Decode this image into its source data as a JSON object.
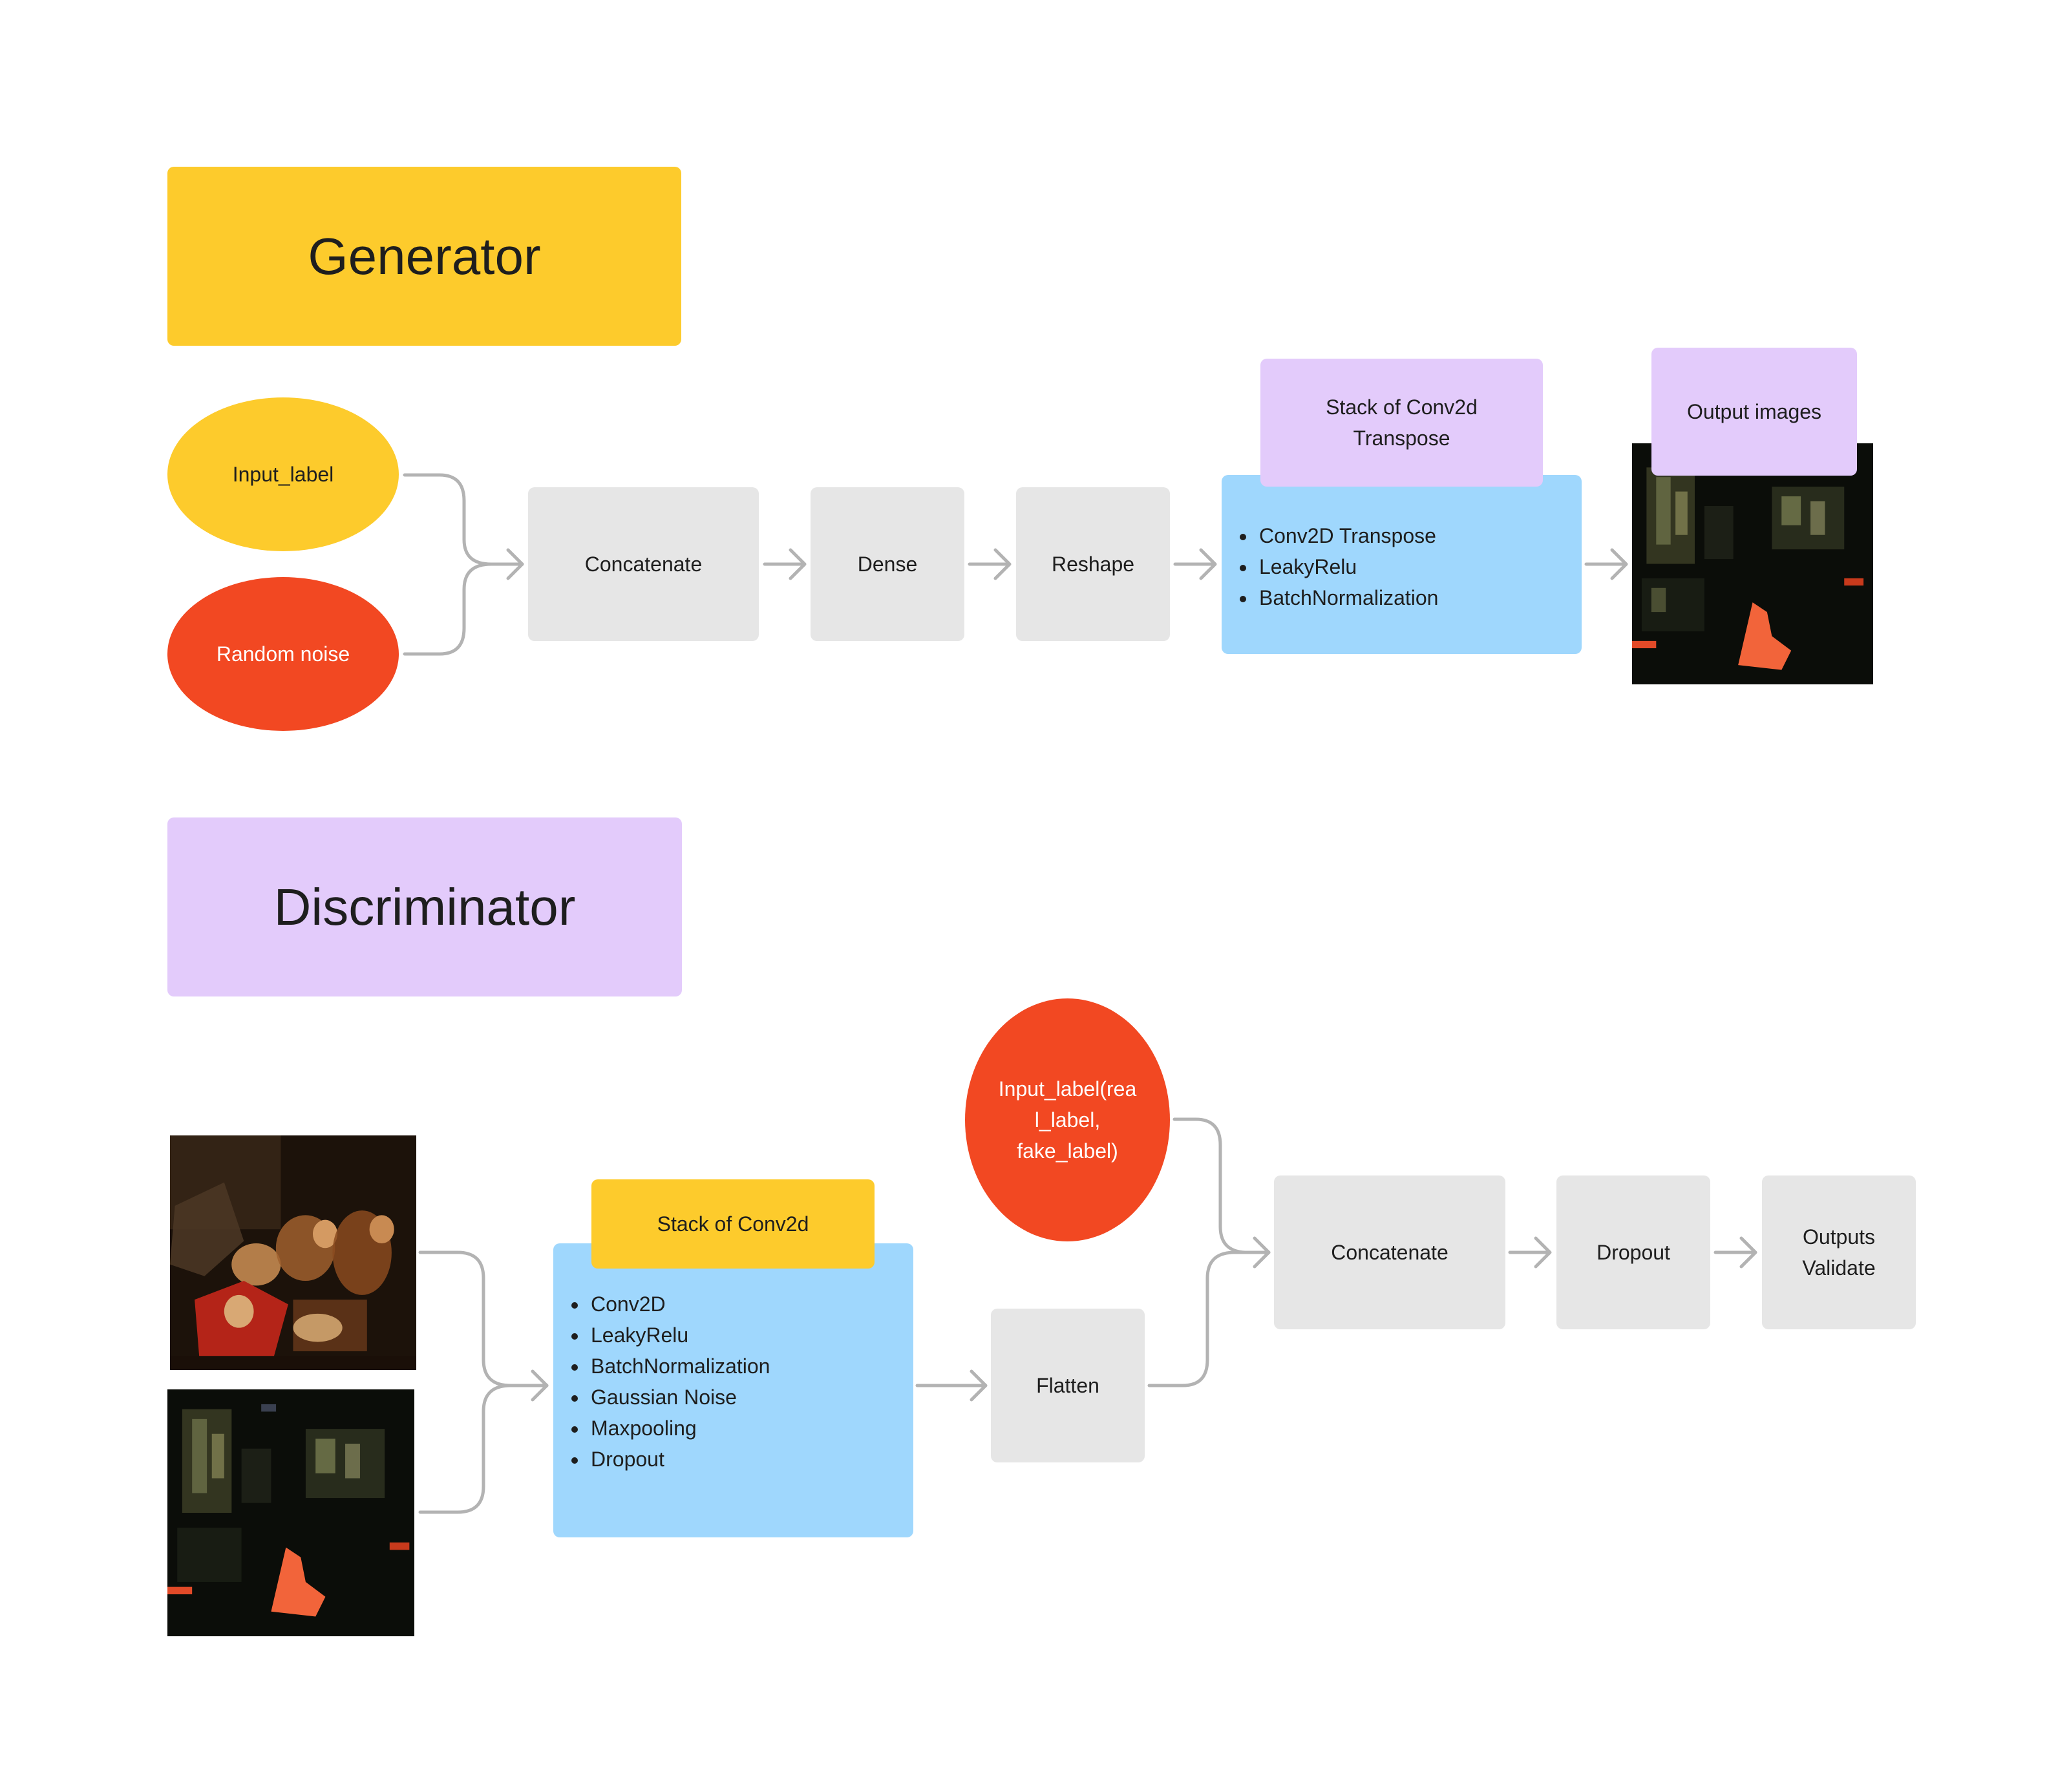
{
  "generator": {
    "title": "Generator",
    "input_label": "Input_label",
    "random_noise": "Random noise",
    "concatenate": "Concatenate",
    "dense": "Dense",
    "reshape": "Reshape",
    "stack_title_line1": "Stack of Conv2d",
    "stack_title_line2": "Transpose",
    "stack_layers": [
      "Conv2D Transpose",
      "LeakyRelu",
      "BatchNormalization"
    ],
    "output_images": "Output images"
  },
  "discriminator": {
    "title": "Discriminator",
    "stack_title": "Stack of Conv2d",
    "stack_layers": [
      "Conv2D",
      "LeakyRelu",
      "BatchNormalization",
      "Gaussian Noise",
      "Maxpooling",
      "Dropout"
    ],
    "flatten": "Flatten",
    "input_label_line1": "Input_label(rea",
    "input_label_line2": "l_label,",
    "input_label_line3": "fake_label)",
    "concatenate": "Concatenate",
    "dropout": "Dropout",
    "outputs_line1": "Outputs",
    "outputs_line2": "Validate"
  },
  "colors": {
    "yellow": "#fdcb2c",
    "red": "#f24822",
    "lilac": "#e3cbfb",
    "blue": "#9fd7fd",
    "gray_node": "#e6e6e6",
    "connector": "#b3b3b3"
  }
}
